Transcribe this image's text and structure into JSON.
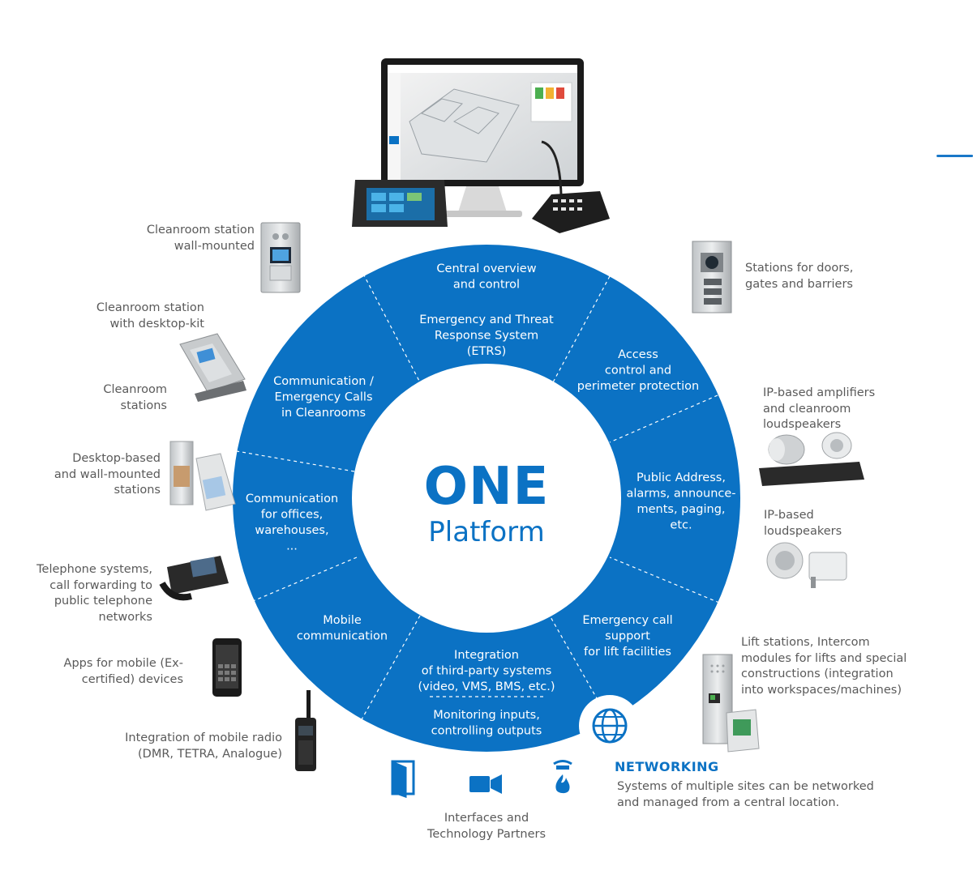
{
  "center": {
    "title": "ONE",
    "subtitle": "Platform"
  },
  "segments": [
    {
      "id": "central",
      "lines": [
        "Central overview",
        "and control"
      ]
    },
    {
      "id": "etrs",
      "lines": [
        "Emergency and Threat",
        "Response System",
        "(ETRS)"
      ]
    },
    {
      "id": "access",
      "lines": [
        "Access",
        "control and",
        "perimeter protection"
      ]
    },
    {
      "id": "pa",
      "lines": [
        "Public Address,",
        "alarms, announce-",
        "ments, paging,",
        "etc."
      ]
    },
    {
      "id": "lift",
      "lines": [
        "Emergency call",
        "support",
        "for lift facilities"
      ]
    },
    {
      "id": "integration",
      "lines": [
        "Integration",
        "of third-party systems",
        "(video, VMS, BMS, etc.)"
      ]
    },
    {
      "id": "monitoring",
      "lines": [
        "Monitoring inputs,",
        "controlling outputs"
      ]
    },
    {
      "id": "mobile",
      "lines": [
        "Mobile",
        "communication"
      ]
    },
    {
      "id": "offices",
      "lines": [
        "Communication",
        "for offices,",
        "warehouses,",
        "..."
      ]
    },
    {
      "id": "cleanrooms",
      "lines": [
        "Communication /",
        "Emergency Calls",
        "in Cleanrooms"
      ]
    }
  ],
  "left_labels": [
    "Cleanroom station\nwall-mounted",
    "Cleanroom station\nwith desktop-kit",
    "Cleanroom\nstations",
    "Desktop-based\nand wall-mounted\nstations",
    "Telephone systems,\ncall forwarding to\npublic telephone\nnetworks",
    "Apps for mobile (Ex-\ncertified) devices",
    "Integration of mobile radio\n(DMR, TETRA, Analogue)"
  ],
  "right_labels": [
    "Stations for doors,\ngates and barriers",
    "IP-based amplifiers\nand cleanroom\nloudspeakers",
    "IP-based\nloudspeakers",
    "Lift stations, Intercom\nmodules for lifts and special\nconstructions (integration\ninto workspaces/machines)"
  ],
  "networking": {
    "title": "NETWORKING",
    "description": "Systems of multiple sites can be networked\nand managed from a central location."
  },
  "interfaces_label": "Interfaces and\nTechnology Partners",
  "icons": [
    "globe-icon",
    "door-icon",
    "video-camera-icon",
    "fire-detector-icon"
  ],
  "colors": {
    "ring": "#0b72c4",
    "text": "#5a5a5a",
    "accent": "#1978c8"
  }
}
